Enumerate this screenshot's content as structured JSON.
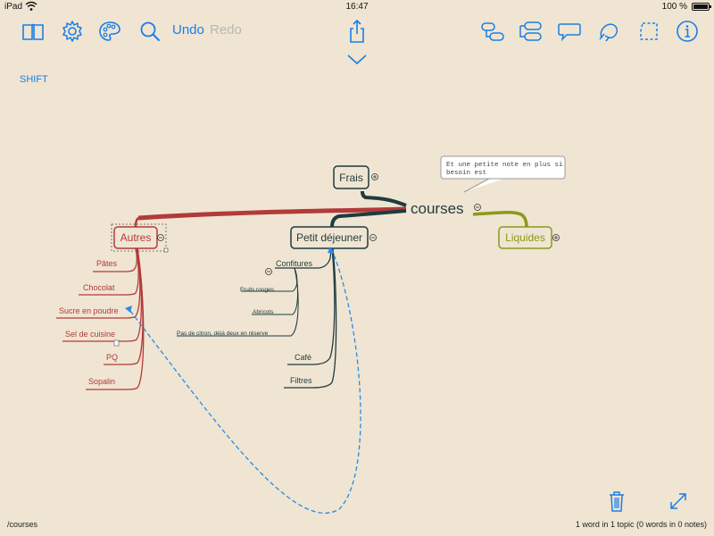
{
  "status": {
    "device": "iPad",
    "time": "16:47",
    "battery": "100 %"
  },
  "toolbar": {
    "undo_label": "Undo",
    "redo_label": "Redo"
  },
  "canvas": {
    "shift_label": "SHIFT"
  },
  "colors": {
    "accent": "#1a7ee6",
    "autres": "#b33a3a",
    "main": "#1e3b40",
    "liquides": "#8a9a1a",
    "background": "#efe5d2"
  },
  "map": {
    "central": "courses",
    "note": [
      "Et une petite note en plus si",
      "besoin est"
    ],
    "frais": "Frais",
    "petit_dejeuner": "Petit déjeuner",
    "liquides": "Liquides",
    "autres": "Autres",
    "autres_children": [
      "Pâtes",
      "Chocolat",
      "Sucre en poudre",
      "Sel de cuisine",
      "PQ",
      "Sopalin"
    ],
    "pd_children": {
      "confitures": "Confitures",
      "fruits": "Fruits rouges",
      "abricots": "Abricots",
      "citron": "Pas de citron, déjà deux en réserve",
      "cafe": "Café",
      "filtres": "Filtres"
    }
  },
  "footer": {
    "path": "/courses",
    "count": "1 word in 1 topic (0 words in 0 notes)"
  }
}
